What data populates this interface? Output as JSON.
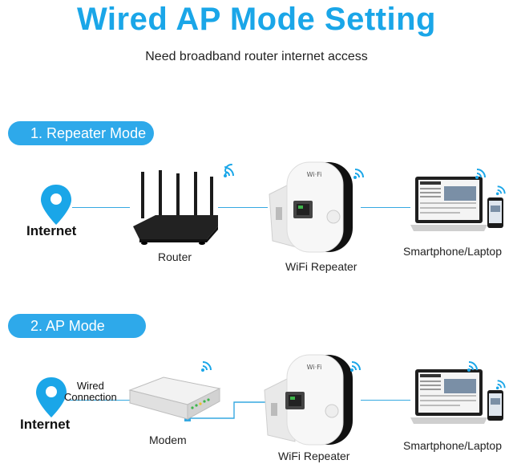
{
  "header": {
    "title": "Wired AP Mode Setting",
    "subtitle": "Need broadband router internet access"
  },
  "section1": {
    "label": "1. Repeater Mode",
    "internet": "Internet",
    "router": "Router",
    "repeater": "WiFi Repeater",
    "devices": "Smartphone/Laptop"
  },
  "section2": {
    "label": "2. AP Mode",
    "internet": "Internet",
    "wired_line1": "Wired",
    "wired_line2": "Connection",
    "modem": "Modem",
    "repeater": "WiFi Repeater",
    "devices": "Smartphone/Laptop"
  },
  "colors": {
    "accent": "#1aa6e8",
    "pill": "#2ea9ea",
    "pin": "#1aa6e8"
  }
}
